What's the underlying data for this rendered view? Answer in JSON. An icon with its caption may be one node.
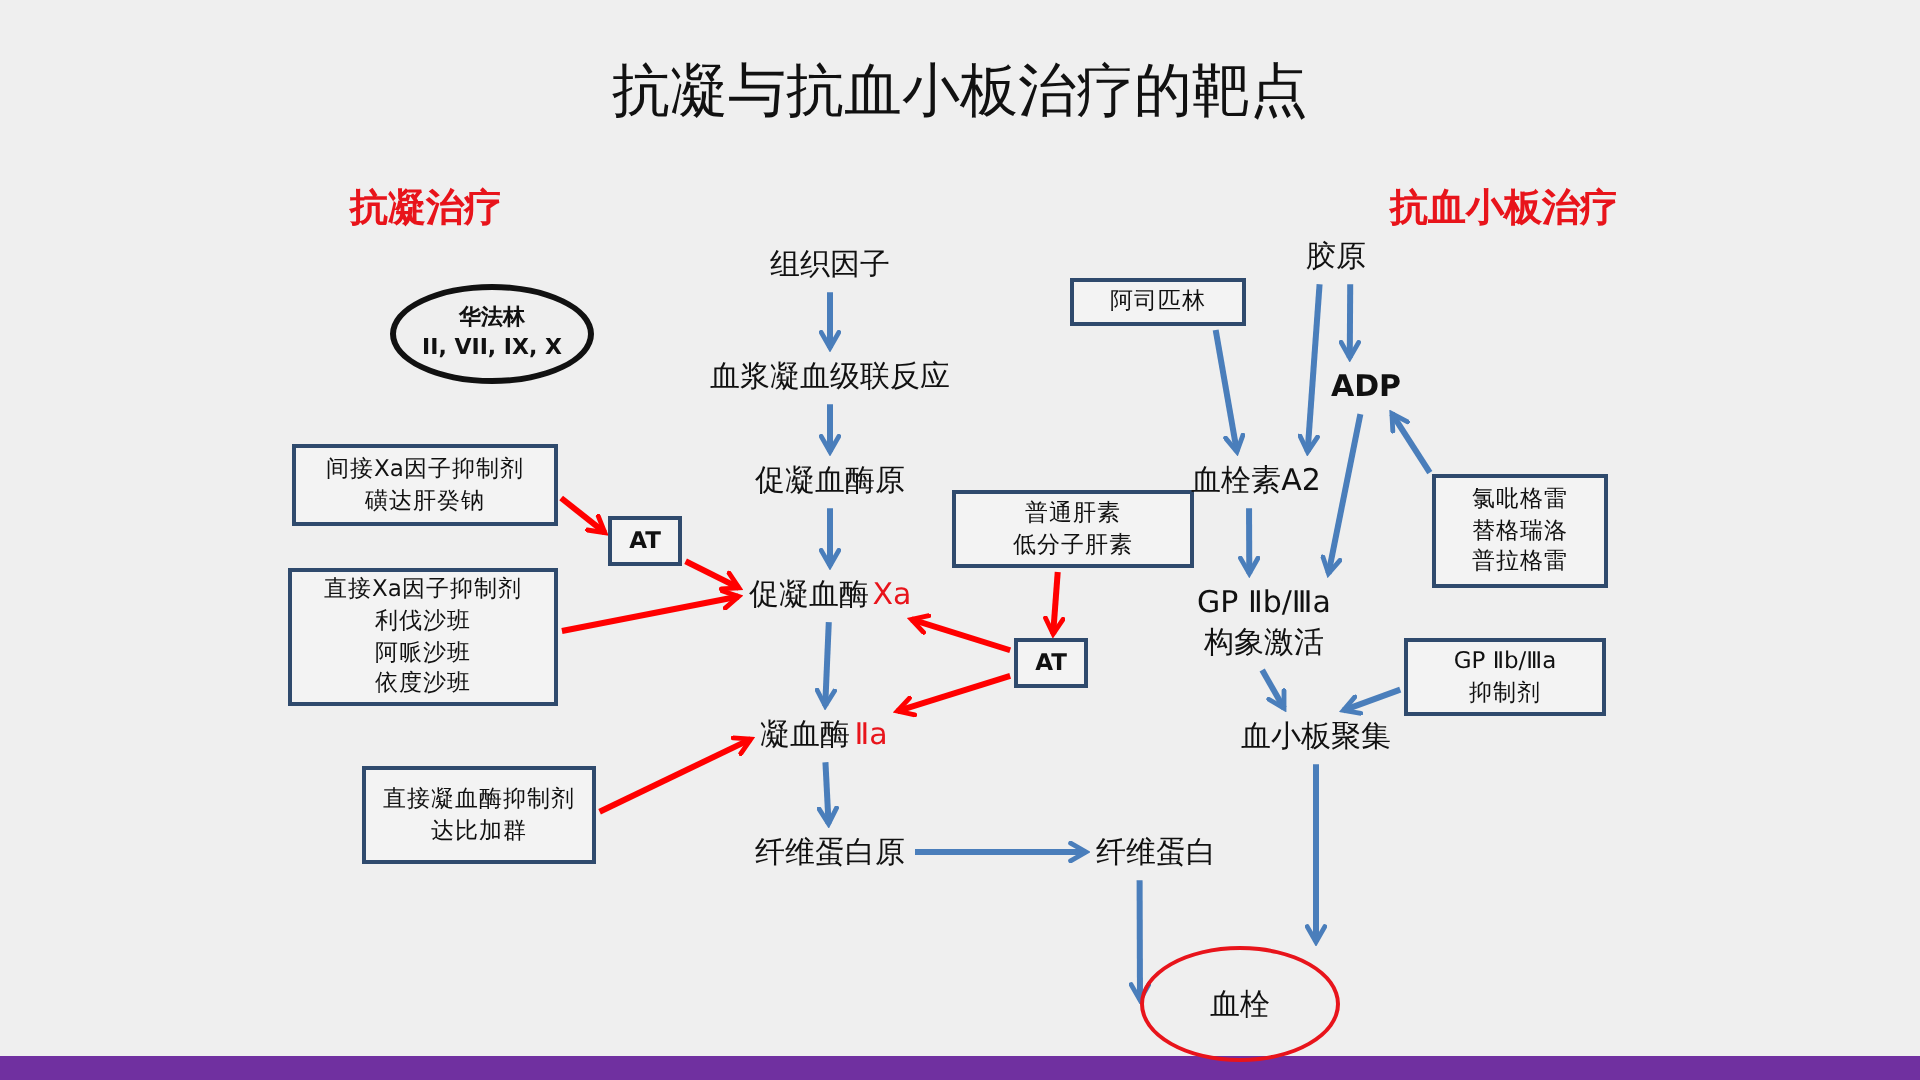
{
  "diagram": {
    "title": "抗凝与抗血小板治疗的靶点",
    "nodes": [
      {
        "text": [
          "组织因子"
        ]
      },
      {
        "text": [
          "血浆凝血级联反应"
        ]
      },
      {
        "text": [
          "促凝血酶原"
        ]
      },
      {
        "text": [
          "促凝血酶",
          "Xa"
        ]
      },
      {
        "text": [
          "凝血酶",
          "Ⅱa"
        ]
      },
      {
        "text": [
          "纤维蛋白原"
        ]
      },
      {
        "text": [
          "纤维蛋白"
        ]
      },
      {
        "text": [
          "血栓"
        ]
      },
      {
        "text": [
          "华法林",
          "II, VII, IX, X"
        ]
      },
      {
        "text": [
          "间接Xa因子抑制剂",
          "磺达肝癸钠"
        ]
      },
      {
        "text": [
          "AT"
        ]
      },
      {
        "text": [
          "直接Xa因子抑制剂",
          "利伐沙班",
          "阿哌沙班",
          "依度沙班"
        ]
      },
      {
        "text": [
          "直接凝血酶抑制剂",
          "达比加群"
        ]
      },
      {
        "text": [
          "普通肝素",
          "低分子肝素"
        ]
      },
      {
        "text": [
          "AT"
        ]
      },
      {
        "text": [
          "胶原"
        ]
      },
      {
        "text": [
          "阿司匹林"
        ]
      },
      {
        "text": [
          "ADP"
        ]
      },
      {
        "text": [
          "血栓素A2"
        ]
      },
      {
        "text": [
          "氯吡格雷",
          "替格瑞洛",
          "普拉格雷"
        ]
      },
      {
        "text": [
          "GP Ⅱb/Ⅲa",
          "构象激活"
        ]
      },
      {
        "text": [
          "GP Ⅱb/Ⅲa",
          "抑制剂"
        ]
      },
      {
        "text": [
          "血小板聚集"
        ]
      }
    ],
    "edges": [
      {
        "from": 0,
        "to": 1,
        "arrow": "to"
      },
      {
        "from": 1,
        "to": 2,
        "arrow": "to"
      },
      {
        "from": 2,
        "to": 3,
        "arrow": "to"
      },
      {
        "from": 3,
        "to": 4,
        "arrow": "to"
      },
      {
        "from": 4,
        "to": 5,
        "arrow": "to"
      },
      {
        "from": 5,
        "to": 6,
        "arrow": "to"
      },
      {
        "from": 6,
        "to": 7,
        "arrow": "to"
      },
      {
        "from": 9,
        "to": 10,
        "arrow": "to",
        "color": "#ff0000"
      },
      {
        "from": 10,
        "to": 3,
        "arrow": "to",
        "color": "#ff0000"
      },
      {
        "from": 11,
        "to": 3,
        "arrow": "to",
        "color": "#ff0000"
      },
      {
        "from": 12,
        "to": 4,
        "arrow": "to",
        "color": "#ff0000"
      },
      {
        "from": 13,
        "to": 14,
        "arrow": "to",
        "color": "#ff0000"
      },
      {
        "from": 14,
        "to": 3,
        "arrow": "to",
        "color": "#ff0000"
      },
      {
        "from": 14,
        "to": 4,
        "arrow": "to",
        "color": "#ff0000"
      },
      {
        "from": 15,
        "to": 18,
        "arrow": "to"
      },
      {
        "from": 15,
        "to": 17,
        "arrow": "to"
      },
      {
        "from": 16,
        "to": 18,
        "arrow": "to"
      },
      {
        "from": 18,
        "to": 20,
        "arrow": "to"
      },
      {
        "from": 17,
        "to": 20,
        "arrow": "to"
      },
      {
        "from": 19,
        "to": 17,
        "arrow": "to"
      },
      {
        "from": 20,
        "to": 22,
        "arrow": "to"
      },
      {
        "from": 21,
        "to": 22,
        "arrow": "to"
      },
      {
        "from": 22,
        "to": 7,
        "arrow": "to"
      }
    ],
    "labels": [
      "抗凝治疗",
      "抗血小板治疗"
    ]
  }
}
